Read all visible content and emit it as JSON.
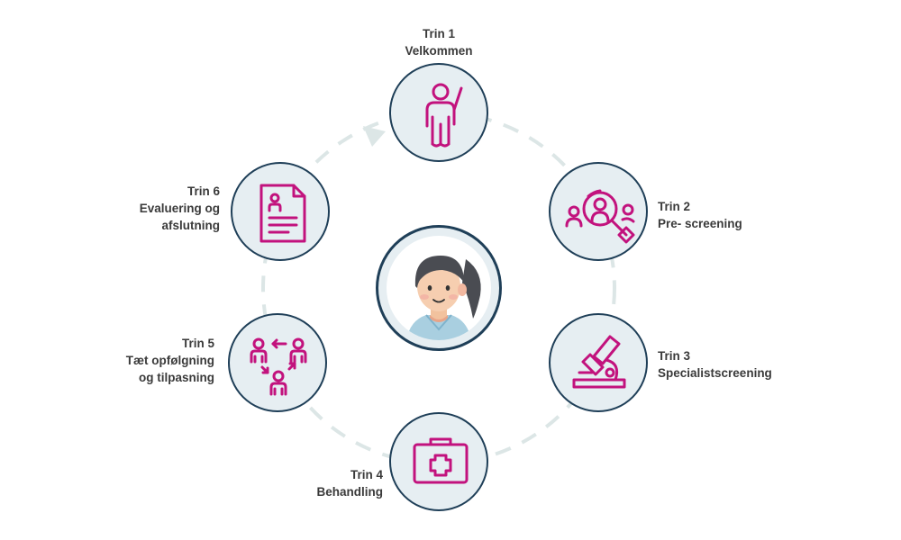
{
  "steps": [
    {
      "id": 1,
      "title": "Trin 1",
      "lines": [
        "Velkommen"
      ],
      "icon": "person-waving-icon"
    },
    {
      "id": 2,
      "title": "Trin 2",
      "lines": [
        "Pre- screening"
      ],
      "icon": "magnifier-people-icon"
    },
    {
      "id": 3,
      "title": "Trin 3",
      "lines": [
        "Specialistscreening"
      ],
      "icon": "microscope-icon"
    },
    {
      "id": 4,
      "title": "Trin 4",
      "lines": [
        "Behandling"
      ],
      "icon": "first-aid-kit-icon"
    },
    {
      "id": 5,
      "title": "Trin 5",
      "lines": [
        "Tæt opfølgning",
        "og tilpasning"
      ],
      "icon": "people-cycle-icon"
    },
    {
      "id": 6,
      "title": "Trin 6",
      "lines": [
        "Evaluering og",
        "afslutning"
      ],
      "icon": "document-person-icon"
    }
  ],
  "center": {
    "icon": "patient-avatar-icon"
  },
  "colors": {
    "circle_border": "#1f3f58",
    "circle_fill": "#e6eef2",
    "icon": "#c2127d",
    "connector": "#dce6e6",
    "text": "#3a3a3a"
  }
}
